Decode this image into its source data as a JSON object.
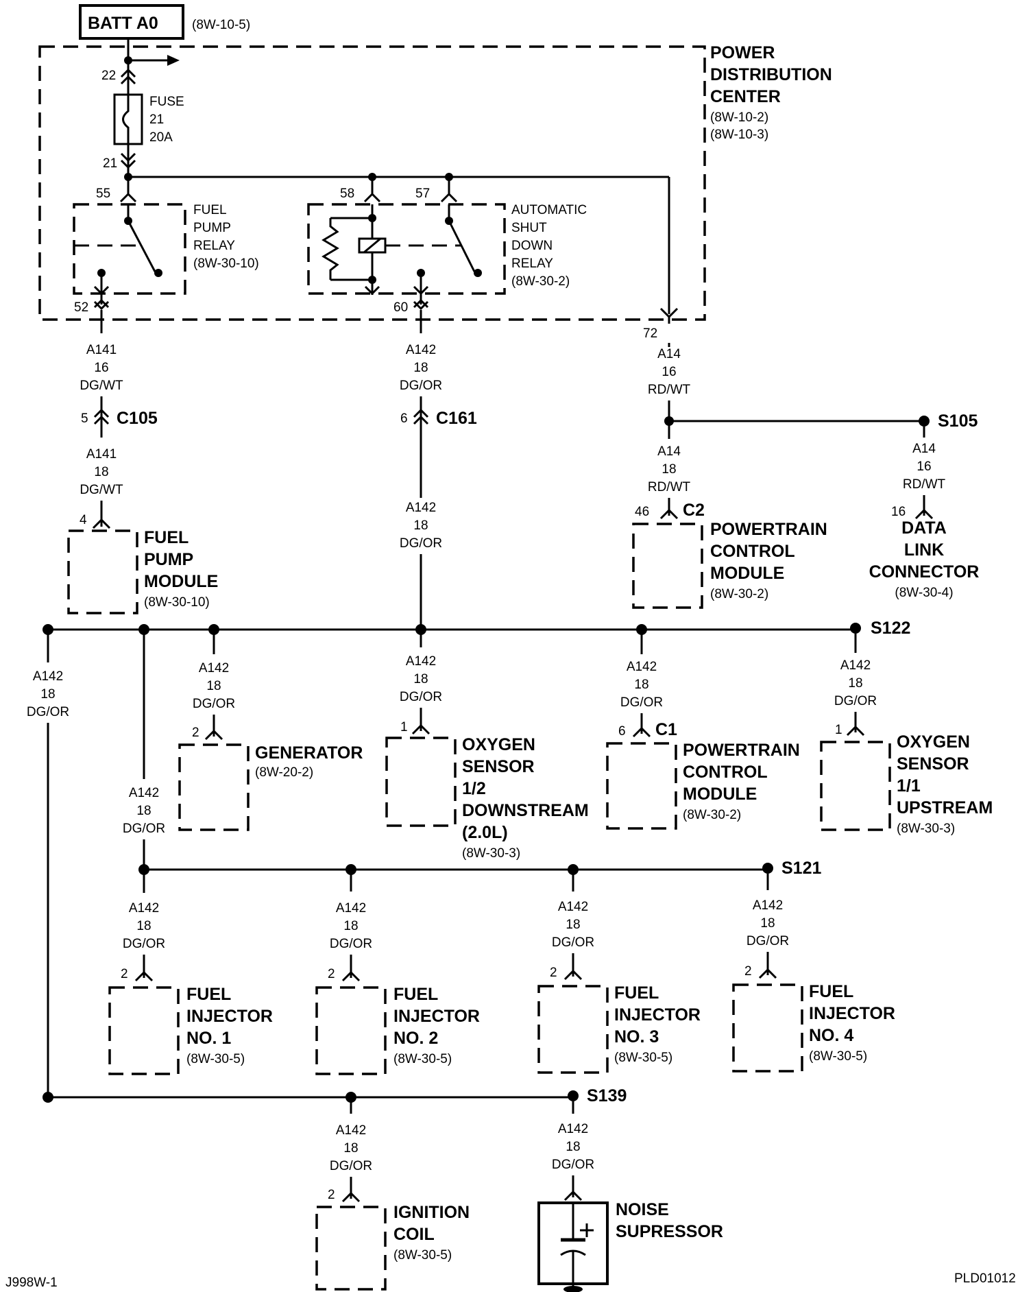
{
  "source_label": "BATT A0",
  "source_ref": "(8W-10-5)",
  "pdc": {
    "title_lines": [
      "POWER",
      "DISTRIBUTION",
      "CENTER"
    ],
    "refs": [
      "(8W-10-2)",
      "(8W-10-3)"
    ]
  },
  "fuse": {
    "lines": [
      "FUSE",
      "21",
      "20A"
    ],
    "pin_in": "22",
    "pin_out": "21"
  },
  "fuel_pump_relay": {
    "lines": [
      "FUEL",
      "PUMP",
      "RELAY"
    ],
    "ref": "(8W-30-10)",
    "pin_top": "55",
    "pin_out": "52"
  },
  "asd_relay": {
    "lines": [
      "AUTOMATIC",
      "SHUT",
      "DOWN",
      "RELAY"
    ],
    "ref": "(8W-30-2)",
    "pin_coil": "58",
    "pin_switch": "57",
    "pin_out": "60"
  },
  "pin_72": "72",
  "wires": {
    "a141_16": [
      "A141",
      "16",
      "DG/WT"
    ],
    "a141_18": [
      "A141",
      "18",
      "DG/WT"
    ],
    "a142_18": [
      "A142",
      "18",
      "DG/OR"
    ],
    "a14_16": [
      "A14",
      "16",
      "RD/WT"
    ],
    "a14_18": [
      "A14",
      "18",
      "RD/WT"
    ]
  },
  "connectors": {
    "c105": {
      "pin": "5",
      "name": "C105"
    },
    "c161": {
      "pin": "6",
      "name": "C161"
    },
    "c2": {
      "pin": "46",
      "name": "C2"
    },
    "c1": {
      "pin": "6",
      "name": "C1"
    }
  },
  "splices": {
    "s105": "S105",
    "s122": "S122",
    "s121": "S121",
    "s139": "S139"
  },
  "components": {
    "fuel_pump_module": {
      "pin": "4",
      "lines": [
        "FUEL",
        "PUMP",
        "MODULE"
      ],
      "ref": "(8W-30-10)"
    },
    "pcm_c2": {
      "lines": [
        "POWERTRAIN",
        "CONTROL",
        "MODULE"
      ],
      "ref": "(8W-30-2)"
    },
    "dlc": {
      "pin": "16",
      "lines": [
        "DATA",
        "LINK",
        "CONNECTOR"
      ],
      "ref": "(8W-30-4)"
    },
    "generator": {
      "pin": "2",
      "lines": [
        "GENERATOR"
      ],
      "ref": "(8W-20-2)"
    },
    "o2_down": {
      "pin": "1",
      "lines": [
        "OXYGEN",
        "SENSOR",
        "1/2",
        "DOWNSTREAM",
        "(2.0L)"
      ],
      "ref": "(8W-30-3)"
    },
    "pcm_c1": {
      "lines": [
        "POWERTRAIN",
        "CONTROL",
        "MODULE"
      ],
      "ref": "(8W-30-2)"
    },
    "o2_up": {
      "pin": "1",
      "lines": [
        "OXYGEN",
        "SENSOR",
        "1/1",
        "UPSTREAM"
      ],
      "ref": "(8W-30-3)"
    },
    "inj1": {
      "pin": "2",
      "lines": [
        "FUEL",
        "INJECTOR",
        "NO. 1"
      ],
      "ref": "(8W-30-5)"
    },
    "inj2": {
      "pin": "2",
      "lines": [
        "FUEL",
        "INJECTOR",
        "NO. 2"
      ],
      "ref": "(8W-30-5)"
    },
    "inj3": {
      "pin": "2",
      "lines": [
        "FUEL",
        "INJECTOR",
        "NO. 3"
      ],
      "ref": "(8W-30-5)"
    },
    "inj4": {
      "pin": "2",
      "lines": [
        "FUEL",
        "INJECTOR",
        "NO. 4"
      ],
      "ref": "(8W-30-5)"
    },
    "ign_coil": {
      "pin": "2",
      "lines": [
        "IGNITION",
        "COIL"
      ],
      "ref": "(8W-30-5)"
    },
    "noise": {
      "lines": [
        "NOISE",
        "SUPRESSOR"
      ]
    }
  },
  "footer_left": "J998W-1",
  "footer_right": "PLD01012"
}
